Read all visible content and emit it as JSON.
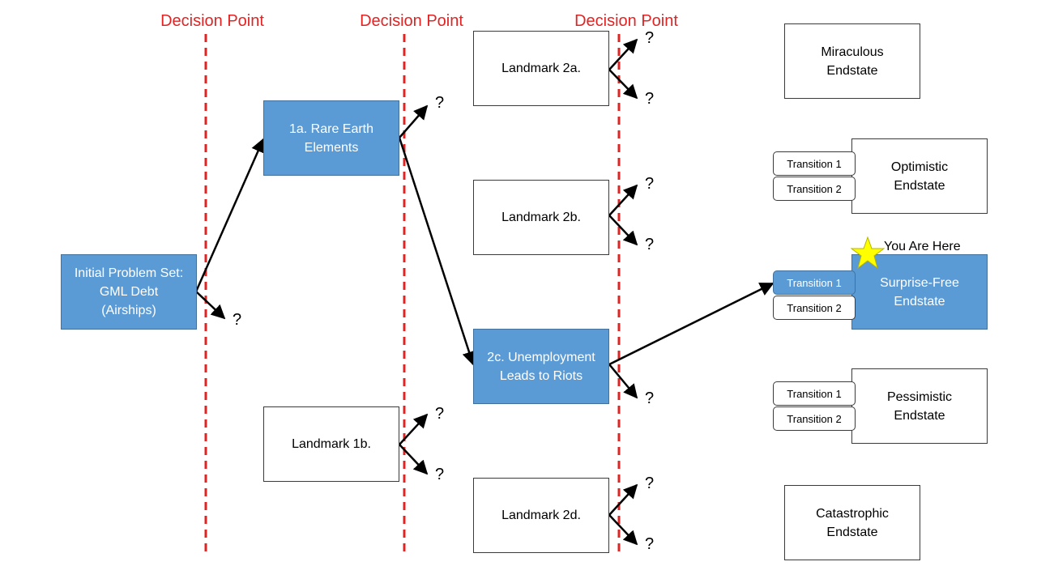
{
  "decision_point_label": "Decision Point",
  "start": "Initial Problem Set:\nGML Debt\n(Airships)",
  "landmarks_1": {
    "a": "1a. Rare Earth\nElements",
    "b": "Landmark 1b."
  },
  "landmarks_2": {
    "a": "Landmark 2a.",
    "b": "Landmark 2b.",
    "c": "2c. Unemployment\nLeads to Riots",
    "d": "Landmark 2d."
  },
  "endstates": {
    "miraculous": "Miraculous\nEndstate",
    "optimistic": "Optimistic\nEndstate",
    "surprise_free": "Surprise-Free\nEndstate",
    "pessimistic": "Pessimistic\nEndstate",
    "catastrophic": "Catastrophic\nEndstate"
  },
  "transition_1": "Transition 1",
  "transition_2": "Transition 2",
  "unknown": "?",
  "you_are_here": "You Are Here",
  "colors": {
    "highlight_fill": "#5b9bd5",
    "decision_line": "#e02424",
    "star": "#ffff00"
  },
  "icons": {
    "current_position": "star-icon"
  }
}
